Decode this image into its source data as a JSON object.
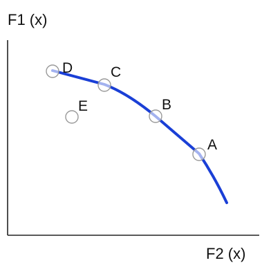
{
  "axes": {
    "y_title": "F1 (x)",
    "x_title": "F2 (x)"
  },
  "points": [
    {
      "label": "D",
      "on_curve": true
    },
    {
      "label": "C",
      "on_curve": true
    },
    {
      "label": "B",
      "on_curve": true
    },
    {
      "label": "A",
      "on_curve": true
    },
    {
      "label": "E",
      "on_curve": false
    }
  ],
  "colors": {
    "curve": "#1a3fd6",
    "marker_outline": "#999999",
    "axis": "#222222"
  }
}
